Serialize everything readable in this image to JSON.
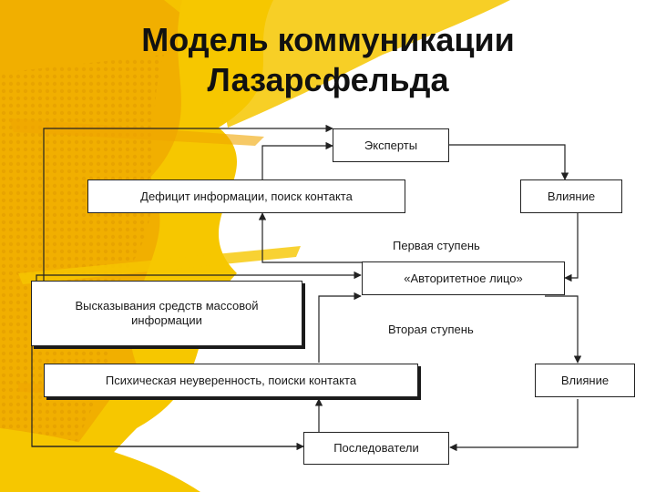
{
  "title_line1": "Модель коммуникации",
  "title_line2": "Лазарсфельда",
  "colors": {
    "paint_yellow": "#f6c700",
    "paint_orange": "#f0a500",
    "line": "#222222"
  },
  "boxes": {
    "experts": "Эксперты",
    "deficit": "Дефицит информации, поиск контакта",
    "influence_top": "Влияние",
    "authority": "«Авторитетное лицо»",
    "mass_media": "Высказывания средств массовой информации",
    "uncertainty": "Психическая неуверенность, поиски контакта",
    "influence_bottom": "Влияние",
    "followers": "Последователи"
  },
  "labels": {
    "first_step": "Первая ступень",
    "second_step": "Вторая ступень"
  }
}
